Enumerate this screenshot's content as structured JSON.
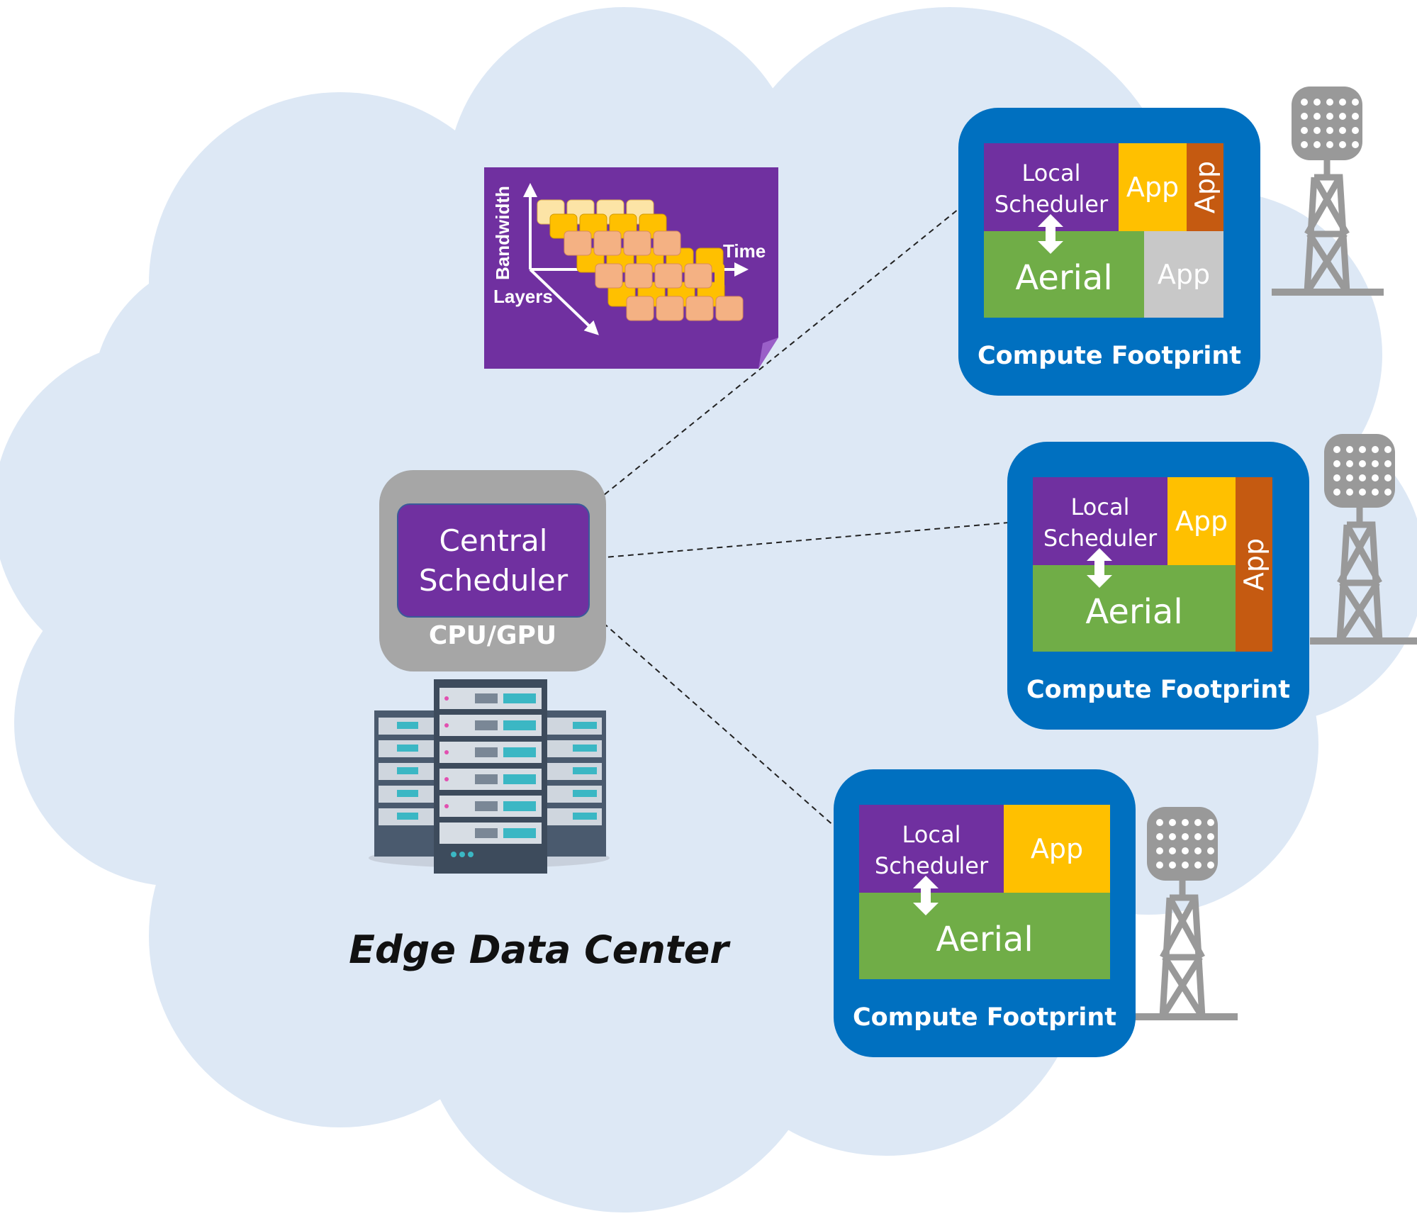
{
  "central": {
    "line1": "Central",
    "line2": "Scheduler",
    "cpu_label": "CPU/GPU"
  },
  "title": "Edge Data Center",
  "inset": {
    "y_label": "Bandwidth",
    "z_label": "Layers",
    "x_label": "Time"
  },
  "footprints": [
    {
      "label": "Compute Footprint",
      "local_line1": "Local",
      "local_line2": "Scheduler",
      "app_yellow": "App",
      "app_orange": "App",
      "aerial": "Aerial",
      "app_grey": "App"
    },
    {
      "label": "Compute Footprint",
      "local_line1": "Local",
      "local_line2": "Scheduler",
      "app_yellow": "App",
      "app_orange": "App",
      "aerial": "Aerial"
    },
    {
      "label": "Compute Footprint",
      "local_line1": "Local",
      "local_line2": "Scheduler",
      "app_yellow": "App",
      "aerial": "Aerial"
    }
  ],
  "colors": {
    "cloud": "#dde8f5",
    "purple": "#7030a0",
    "blue": "#0070c0",
    "yellow": "#ffc000",
    "orange": "#c55a11",
    "green": "#70ad47",
    "grey": "#c8c8c8",
    "tower": "#999999"
  }
}
